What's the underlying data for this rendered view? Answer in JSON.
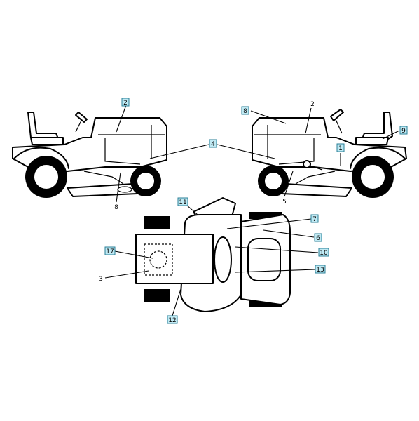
{
  "callouts": {
    "c1": "1",
    "c2_left": "2",
    "c2_right": "2",
    "c3": "3",
    "c4": "4",
    "c5": "5",
    "c6": "6",
    "c7": "7",
    "c8_left": "8",
    "c8_right": "8",
    "c9": "9",
    "c10": "10",
    "c11": "11",
    "c12": "12",
    "c13": "13",
    "c17": "17"
  },
  "colors": {
    "callout_fill": "#bfe9f3",
    "callout_border": "#2a7f97",
    "line": "#000000"
  }
}
